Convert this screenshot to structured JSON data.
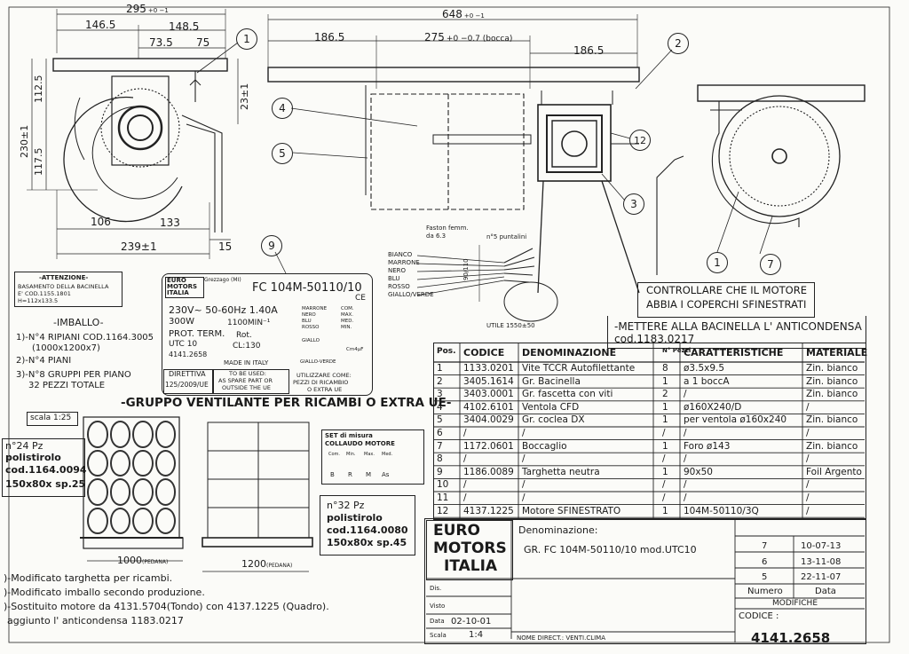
{
  "dims": {
    "top_total": "295",
    "top_total_tol": "+0 −1",
    "l1465": "146.5",
    "l1485": "148.5",
    "l735": "73.5",
    "l75": "75",
    "l1125": "112.5",
    "l2301": "230±1",
    "l1175": "117.5",
    "l231": "23±1",
    "l106": "106",
    "l133": "133",
    "l2391": "239±1",
    "l15": "15",
    "l648": "648",
    "l648_tol": "+0 −1",
    "l1865a": "186.5",
    "l275": "275",
    "l275_tol": "+0 −0.7 (bocca)",
    "l1865b": "186.5"
  },
  "callouts": [
    "1",
    "2",
    "4",
    "5",
    "12",
    "3",
    "9",
    "1",
    "7"
  ],
  "attenzione": {
    "title": "-ATTENZIONE-",
    "lines": [
      "BASAMENTO DELLA BACINELLA",
      "E' COD.1155.1801",
      "H=112x133.5"
    ]
  },
  "imballo": {
    "title": "-IMBALLO-",
    "lines": [
      "1)-N°4 RIPIANI COD.1164.3005",
      "(1000x1200x7)",
      "2)-N°4 PIANI",
      "3)-N°8 GRUPPI PER PIANO",
      "32 PEZZI TOTALE"
    ]
  },
  "label_plate": {
    "brand": [
      "EURO",
      "MOTORS",
      "ITALIA"
    ],
    "city": "Grezzago (MI)",
    "model": "FC 104M-50110/10",
    "line1": "230V~ 50-60Hz 1.40A",
    "line2": "300W",
    "rpm": "1100MIN⁻¹",
    "prot": "PROT. TERM.",
    "rot": "Rot.",
    "utc": "UTC 10",
    "cl": "CL:130",
    "code": "4141.2658",
    "made": "MADE IN ITALY",
    "colors_left": [
      "MARRONE",
      "NERO",
      "BLU",
      "ROSSO"
    ],
    "colors_right": [
      "COM.",
      "MAX.",
      "MED.",
      "MIN."
    ],
    "giallo": "GIALLO",
    "giallo_verde": "GIALLO-VERDE",
    "cap": "Cm4µF",
    "directive_title": "DIRETTIVA",
    "directive": "125/2009/UE",
    "spare": [
      "TO BE USED:",
      "AS SPARE PART OR",
      "OUTSIDE THE UE"
    ],
    "ricambio": [
      "UTILIZZARE COME:",
      "PEZZI DI RICAMBIO",
      "O EXTRA UE"
    ]
  },
  "group_title": "-GRUPPO VENTILANTE PER RICAMBI O EXTRA UE-",
  "scala": "scala 1:25",
  "pack24": [
    "n°24 Pz",
    "polistirolo",
    "cod.1164.0094",
    "150x80x sp.25"
  ],
  "pack32": [
    "n°32 Pz",
    "polistirolo",
    "cod.1164.0080",
    "150x80x sp.45"
  ],
  "pedana1": "1000",
  "pedana1_note": "(PEDANA)",
  "pedana2": "1200",
  "pedana2_note": "(PEDANA)",
  "set_misura": {
    "title": [
      "SET di misura",
      "COLLAUDO MOTORE"
    ],
    "cols": [
      "Com.",
      "Min.",
      "Max.",
      "Med."
    ],
    "letters": [
      "B",
      "R",
      "M",
      "As"
    ]
  },
  "wires": {
    "faston": [
      "Faston femm.",
      "da 6.3"
    ],
    "punt": "n°5 puntalini",
    "names": [
      "BIANCO",
      "MARRONE",
      "NERO",
      "BLU",
      "ROSSO",
      "GIALLO/VERDE"
    ],
    "utile": "UTILE 1550±50",
    "dim90": "90/110"
  },
  "notes": {
    "controllare": [
      "CONTROLLARE CHE IL MOTORE",
      "ABBIA I COPERCHI SFINESTRATI"
    ],
    "mettere": [
      "-METTERE ALLA BACINELLA L' ANTICONDENSA",
      "cod.1183.0217"
    ]
  },
  "bom": {
    "headers": [
      "Pos.",
      "CODICE",
      "DENOMINAZIONE",
      "N° Pezzi",
      "CARATTERISTICHE",
      "MATERIALE"
    ],
    "rows": [
      [
        "1",
        "1133.0201",
        "Vite TCCR Autofilettante",
        "8",
        "ø3.5x9.5",
        "Zin. bianco"
      ],
      [
        "2",
        "3405.1614",
        "Gr. Bacinella",
        "1",
        "a 1 boccA",
        "Zin. bianco"
      ],
      [
        "3",
        "3403.0001",
        "Gr. fascetta con viti",
        "2",
        "/",
        "Zin. bianco"
      ],
      [
        "4",
        "4102.6101",
        "Ventola CFD",
        "1",
        "ø160X240/D",
        "/"
      ],
      [
        "5",
        "3404.0029",
        "Gr. coclea DX",
        "1",
        "per ventola ø160x240",
        "Zin. bianco"
      ],
      [
        "6",
        "/",
        "/",
        "/",
        "/",
        "/"
      ],
      [
        "7",
        "1172.0601",
        "Boccaglio",
        "1",
        "Foro ø143",
        "Zin. bianco"
      ],
      [
        "8",
        "/",
        "/",
        "/",
        "/",
        "/"
      ],
      [
        "9",
        "1186.0089",
        "Targhetta neutra",
        "1",
        "90x50",
        "Foil Argento"
      ],
      [
        "10",
        "/",
        "/",
        "/",
        "/",
        "/"
      ],
      [
        "11",
        "/",
        "/",
        "/",
        "/",
        "/"
      ],
      [
        "12",
        "4137.1225",
        "Motore SFINESTRATO",
        "1",
        "104M-50110/3Q",
        "/"
      ]
    ]
  },
  "title_block": {
    "brand": [
      "EURO",
      "MOTORS",
      "ITALIA"
    ],
    "denom_label": "Denominazione:",
    "denom": "GR. FC 104M-50110/10 mod.UTC10",
    "dis": "Dis.",
    "visto": "Visto",
    "data_label": "Data",
    "data": "02-10-01",
    "scala_label": "Scala",
    "scala": "1:4",
    "nome_file": "NOME DIRECT.: VENTI.CLIMA",
    "rev_nums": [
      "7",
      "6",
      "5"
    ],
    "rev_dates": [
      "10-07-13",
      "13-11-08",
      "22-11-07"
    ],
    "numero": "Numero",
    "data_col": "Data",
    "modifiche": "MODIFICHE",
    "codice_label": "CODICE :",
    "codice": "4141.2658"
  },
  "mod_notes": [
    ")-Modificato targhetta per ricambi.",
    ")-Modificato imballo secondo produzione.",
    ")-Sostituito motore da 4131.5704(Tondo) con 4137.1225 (Quadro).",
    "aggiunto l' anticondensa 1183.0217"
  ]
}
